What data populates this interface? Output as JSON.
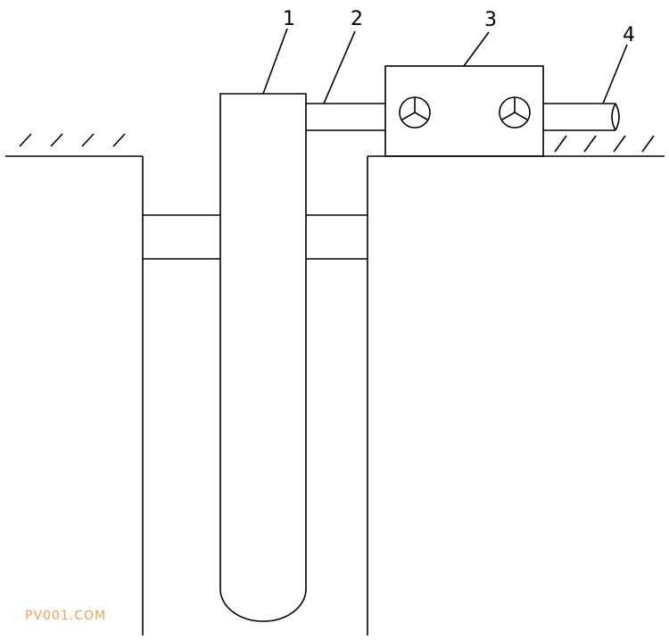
{
  "labels": {
    "l1": "1",
    "l2": "2",
    "l3": "3",
    "l4": "4"
  },
  "watermark": "PV001.COM",
  "colors": {
    "line": "#000000",
    "background": "#ffffff",
    "watermark": "#f0a05a"
  },
  "icons": {
    "valve_left": "valve-handwheel-icon",
    "valve_right": "valve-handwheel-icon"
  }
}
